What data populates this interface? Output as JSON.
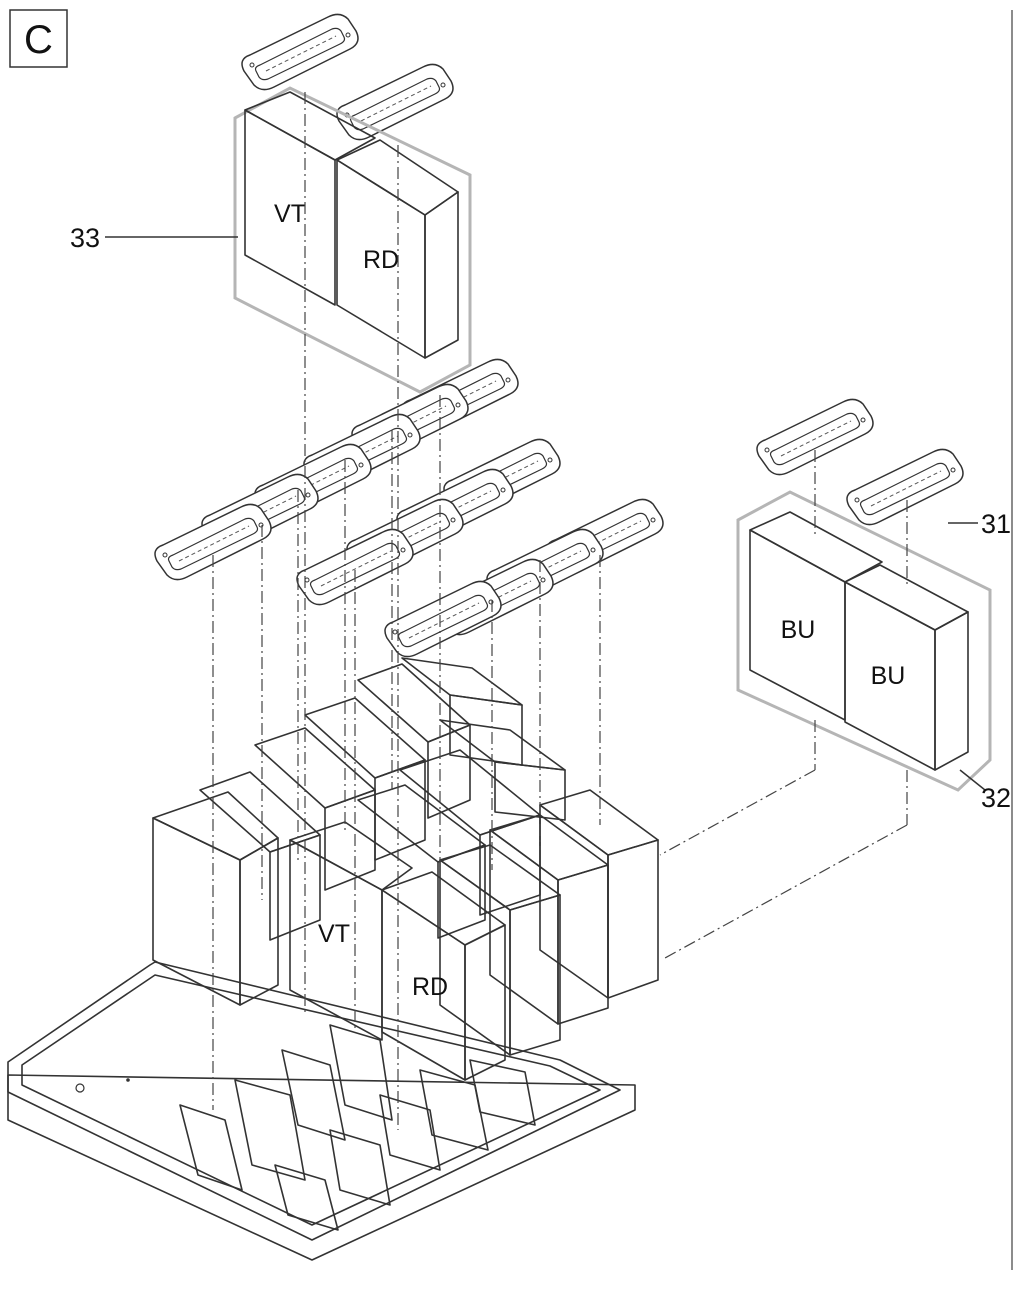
{
  "panel_letter": "C",
  "callouts": {
    "c31": "31",
    "c32": "32",
    "c33": "33"
  },
  "block_labels": {
    "top_vt": "VT",
    "top_rd": "RD",
    "main_vt": "VT",
    "main_rd": "RD",
    "bu_back": "BU",
    "bu_front": "BU"
  },
  "colors": {
    "white_block": "#ffffff",
    "light_gray_block": "#c9c9c9",
    "medium_gray_block": "#a9a9a9",
    "dark_gray_block": "#7f7f7f",
    "highlight_outline": "#b5b5b5"
  }
}
